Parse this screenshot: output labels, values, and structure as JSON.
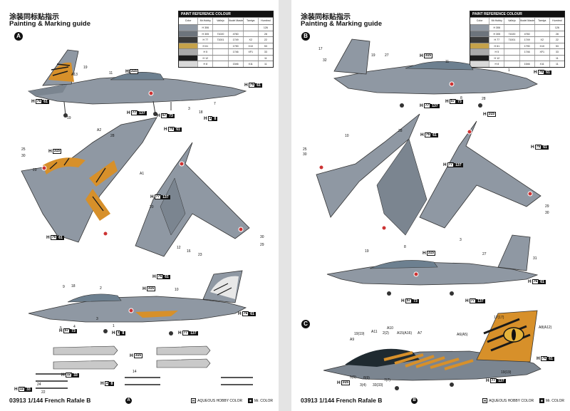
{
  "left_page": {
    "title_cn": "涂装同标贴指示",
    "title_en": "Painting & Marking guide",
    "section_a": "A",
    "footer": "03913 1/144 French Rafale B",
    "footer_badge": "A",
    "legend_hobby": "AQUEOUS HOBBY COLOR",
    "legend_hobby_box": "H",
    "legend_mr": "Mr. COLOR",
    "legend_mr_box": "■"
  },
  "right_page": {
    "title_cn": "涂装同标贴指示",
    "title_en": "Painting & Marking guide",
    "section_b": "B",
    "section_c": "C",
    "footer": "03913 1/144 French Rafale B",
    "footer_badge": "B",
    "legend_hobby": "AQUEOUS HOBBY COLOR",
    "legend_hobby_box": "H",
    "legend_mr": "Mr. COLOR",
    "legend_mr_box": "■"
  },
  "paint_table": {
    "title": "PAINT REFERENCE COLOUR",
    "headers": [
      "Color",
      "Mr.Hobby",
      "Vallejo",
      "Model Master",
      "Tamiya",
      "Humbrol"
    ],
    "rows": [
      {
        "color": "#8f98a3",
        "hobby": "H 306",
        "vallejo": "",
        "mm": "",
        "tamiya": "",
        "humbrol": "126"
      },
      {
        "color": "#6d747c",
        "hobby": "H 305",
        "vallejo": "71020",
        "mm": "4760",
        "tamiya": "",
        "humbrol": "28"
      },
      {
        "color": "#3a3a3a",
        "hobby": "H 77",
        "vallejo": "71001",
        "mm": "1749",
        "tamiya": "X2",
        "humbrol": "22"
      },
      {
        "color": "#c5a24a",
        "hobby": "H 61",
        "vallejo": "",
        "mm": "1790",
        "tamiya": "X10",
        "humbrol": "53"
      },
      {
        "color": "#a9a9a9",
        "hobby": "H 5",
        "vallejo": "",
        "mm": "1746",
        "tamiya": "XF1",
        "humbrol": "33"
      },
      {
        "color": "#1d1d1d",
        "hobby": "H 12",
        "vallejo": "",
        "mm": "",
        "tamiya": "",
        "humbrol": "11"
      },
      {
        "color": "#d9d9d9",
        "hobby": "H 8",
        "vallejo": "",
        "mm": "1546",
        "tamiya": "X11",
        "humbrol": "11"
      }
    ]
  },
  "callouts_left": [
    "19",
    "A13",
    "11",
    "1",
    "3",
    "7",
    "18",
    "19",
    "28",
    "A2",
    "A1",
    "25",
    "30",
    "29",
    "12",
    "16",
    "23",
    "20",
    "30",
    "29",
    "9",
    "18",
    "2",
    "10",
    "5",
    "4",
    "3",
    "1",
    "24",
    "22",
    "14"
  ],
  "callouts_right": [
    "17",
    "32",
    "19",
    "27",
    "11",
    "1",
    "8",
    "28",
    "10",
    "28",
    "25",
    "30",
    "29",
    "30",
    "19",
    "8",
    "3",
    "27",
    "31",
    "A10",
    "A11",
    "2(2)",
    "A15(A16)",
    "A7",
    "A6(A5)",
    "A9",
    "19(19)",
    "A8(A12)",
    "17(17)",
    "19(19)",
    "5(5)",
    "3(4)",
    "8(9)",
    "33(33)",
    "7(7)"
  ],
  "paint_tags_left": [
    {
      "h": "H",
      "code": "315",
      "mr": ""
    },
    {
      "h": "H",
      "code": "76",
      "mr": "61"
    },
    {
      "h": "H",
      "code": "76",
      "mr": "61"
    },
    {
      "h": "H",
      "code": "57",
      "mr": "73"
    },
    {
      "h": "H",
      "code": "77",
      "mr": "137"
    },
    {
      "h": "H",
      "code": "1",
      "mr": "8"
    },
    {
      "h": "H",
      "code": "76",
      "mr": "61"
    },
    {
      "h": "H",
      "code": "315",
      "mr": ""
    },
    {
      "h": "H",
      "code": "77",
      "mr": "137"
    },
    {
      "h": "H",
      "code": "76",
      "mr": "61"
    },
    {
      "h": "H",
      "code": "76",
      "mr": "61"
    },
    {
      "h": "H",
      "code": "315",
      "mr": ""
    },
    {
      "h": "H",
      "code": "76",
      "mr": "61"
    },
    {
      "h": "H",
      "code": "57",
      "mr": "73"
    },
    {
      "h": "H",
      "code": "1",
      "mr": "8"
    },
    {
      "h": "H",
      "code": "77",
      "mr": "137"
    },
    {
      "h": "H",
      "code": "315",
      "mr": ""
    },
    {
      "h": "H",
      "code": "12",
      "mr": "33"
    },
    {
      "h": "H",
      "code": "1",
      "mr": "8"
    },
    {
      "h": "H",
      "code": "12",
      "mr": "33"
    }
  ],
  "paint_tags_right": [
    {
      "h": "H",
      "code": "315",
      "mr": ""
    },
    {
      "h": "H",
      "code": "76",
      "mr": "61"
    },
    {
      "h": "H",
      "code": "57",
      "mr": "73"
    },
    {
      "h": "H",
      "code": "77",
      "mr": "137"
    },
    {
      "h": "H",
      "code": "315",
      "mr": ""
    },
    {
      "h": "H",
      "code": "76",
      "mr": "61"
    },
    {
      "h": "H",
      "code": "76",
      "mr": "61"
    },
    {
      "h": "H",
      "code": "77",
      "mr": "137"
    },
    {
      "h": "H",
      "code": "315",
      "mr": ""
    },
    {
      "h": "H",
      "code": "76",
      "mr": "61"
    },
    {
      "h": "H",
      "code": "57",
      "mr": "73"
    },
    {
      "h": "H",
      "code": "77",
      "mr": "137"
    },
    {
      "h": "H",
      "code": "76",
      "mr": "61"
    },
    {
      "h": "H",
      "code": "315",
      "mr": ""
    },
    {
      "h": "H",
      "code": "77",
      "mr": "137"
    }
  ]
}
